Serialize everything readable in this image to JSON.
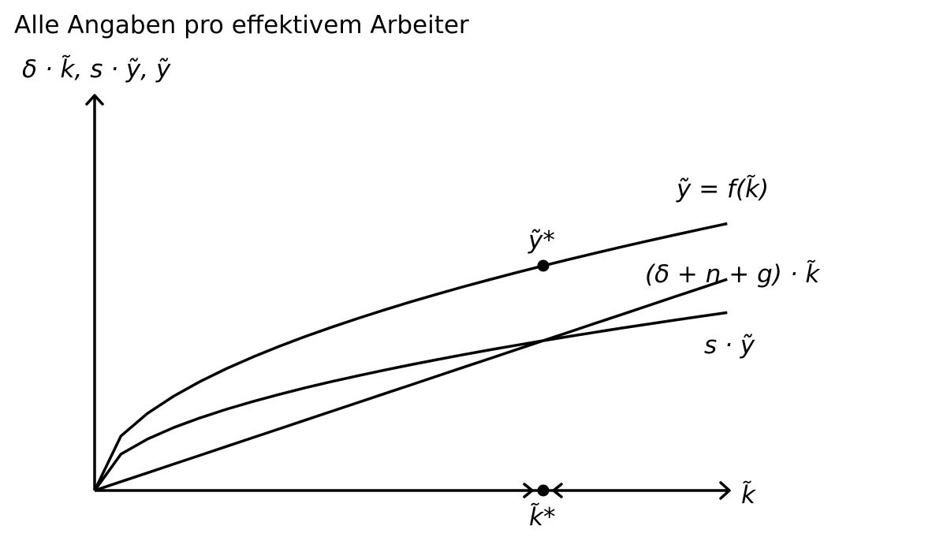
{
  "title": "Alle Angaben pro effektivem Arbeiter",
  "y_axis_label": "δ · k̃, s · ỹ, ỹ",
  "x_axis_label": "k̃",
  "labels": {
    "production": "ỹ = f(k̃)",
    "depreciation": "(δ + n + g) · k̃",
    "savings": "s · ỹ",
    "y_star": "ỹ*",
    "k_star": "k̃*"
  },
  "chart_data": {
    "type": "line",
    "title": "Alle Angaben pro effektivem Arbeiter",
    "xlabel": "k̃",
    "ylabel": "δ · k̃, s · ỹ, ỹ",
    "xlim": [
      0,
      1.42
    ],
    "ylim": [
      0,
      1.24
    ],
    "grid": false,
    "series": [
      {
        "name": "ỹ = f(k̃)",
        "function": "sqrt",
        "coefficient": 0.75,
        "x_range": [
          0,
          1.41
        ]
      },
      {
        "name": "s · ỹ",
        "function": "sqrt",
        "coefficient": 0.5,
        "x_range": [
          0,
          1.41
        ]
      },
      {
        "name": "(δ + n + g) · k̃",
        "function": "linear",
        "coefficient": 0.5,
        "x_range": [
          0,
          1.41
        ]
      }
    ],
    "annotations": [
      {
        "label": "ỹ*",
        "x": 1.0,
        "y": 0.75
      },
      {
        "label": "k̃*",
        "x": 1.0,
        "y": 0
      }
    ]
  }
}
